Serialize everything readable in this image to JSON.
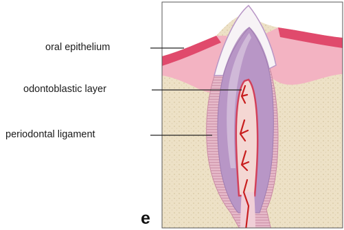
{
  "labels": {
    "oral_epithelium": "oral epithelium",
    "odontoblastic_layer": "odontoblastic layer",
    "periodontal_ligament": "periodontal ligament"
  },
  "panel_letter": "e",
  "colors": {
    "background": "#ffffff",
    "bone": "#ede1c6",
    "bone_dots": "#d8c8a2",
    "gum": "#f3b3c2",
    "epithelium": "#e04a6c",
    "ligament": "#e6b9c9",
    "ligament_stripes": "#c98aa3",
    "dentin": "#b896c6",
    "dentin_light": "#d6c2dc",
    "enamel": "#f7f3f6",
    "pulp": "#f4d7d3",
    "odontoblast_line": "#d2405a",
    "vessel": "#c81e1e",
    "leader_line": "#222222",
    "frame": "#555555"
  }
}
